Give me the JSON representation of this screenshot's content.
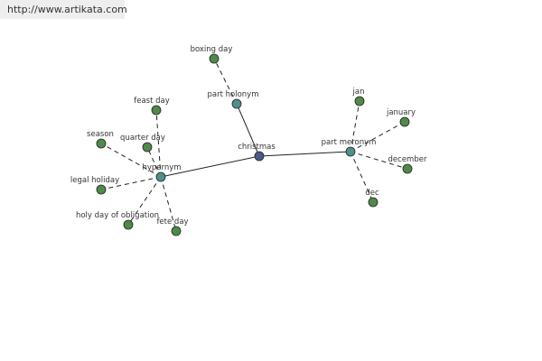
{
  "header": {
    "url": "http://www.artikata.com"
  },
  "colors": {
    "leaf": "#4f8a4a",
    "relation": "#4f8f8c",
    "root": "#4a5a8c",
    "edge": "#222222",
    "stroke": "#222222"
  },
  "graph": {
    "root": {
      "id": "christmas",
      "label": "christmas"
    },
    "relations": [
      {
        "id": "hypernym",
        "label": "hypernym"
      },
      {
        "id": "part-holonym",
        "label": "part holonym"
      },
      {
        "id": "part-meronym",
        "label": "part meronym"
      }
    ],
    "leaves": [
      {
        "id": "boxing-day",
        "label": "boxing day",
        "parent": "part-holonym"
      },
      {
        "id": "feast-day",
        "label": "feast day",
        "parent": "hypernym"
      },
      {
        "id": "season",
        "label": "season",
        "parent": "hypernym"
      },
      {
        "id": "quarter-day",
        "label": "quarter day",
        "parent": "hypernym"
      },
      {
        "id": "legal-holiday",
        "label": "legal holiday",
        "parent": "hypernym"
      },
      {
        "id": "holy-day-of-obligation",
        "label": "holy day of obligation",
        "parent": "hypernym"
      },
      {
        "id": "fete-day",
        "label": "fete day",
        "parent": "hypernym"
      },
      {
        "id": "jan",
        "label": "jan",
        "parent": "part-meronym"
      },
      {
        "id": "january",
        "label": "january",
        "parent": "part-meronym"
      },
      {
        "id": "december",
        "label": "december",
        "parent": "part-meronym"
      },
      {
        "id": "dec",
        "label": "dec",
        "parent": "part-meronym"
      }
    ]
  }
}
